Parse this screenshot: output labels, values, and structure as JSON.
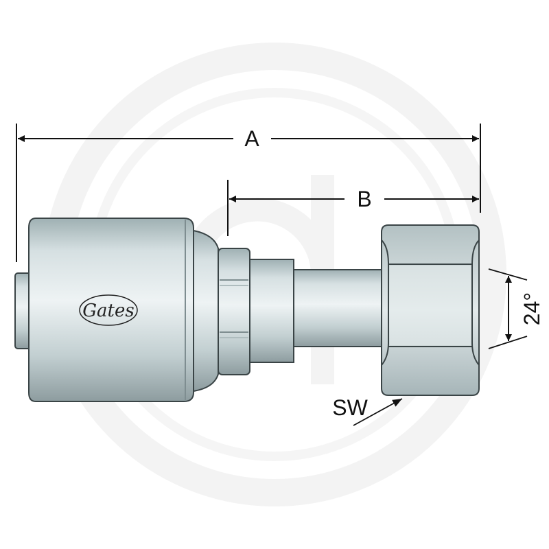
{
  "labels": {
    "dim_a": "A",
    "dim_b": "B",
    "angle": "24°",
    "wrench_size": "SW"
  },
  "logo": {
    "text": "Gates"
  },
  "colors": {
    "metal_light": "#dfe7e8",
    "metal_mid": "#b9c6c8",
    "metal_dark": "#8d9c9f",
    "outline": "#3a4446",
    "watermark": "#f1f1f1",
    "dimension_line": "#111111"
  }
}
